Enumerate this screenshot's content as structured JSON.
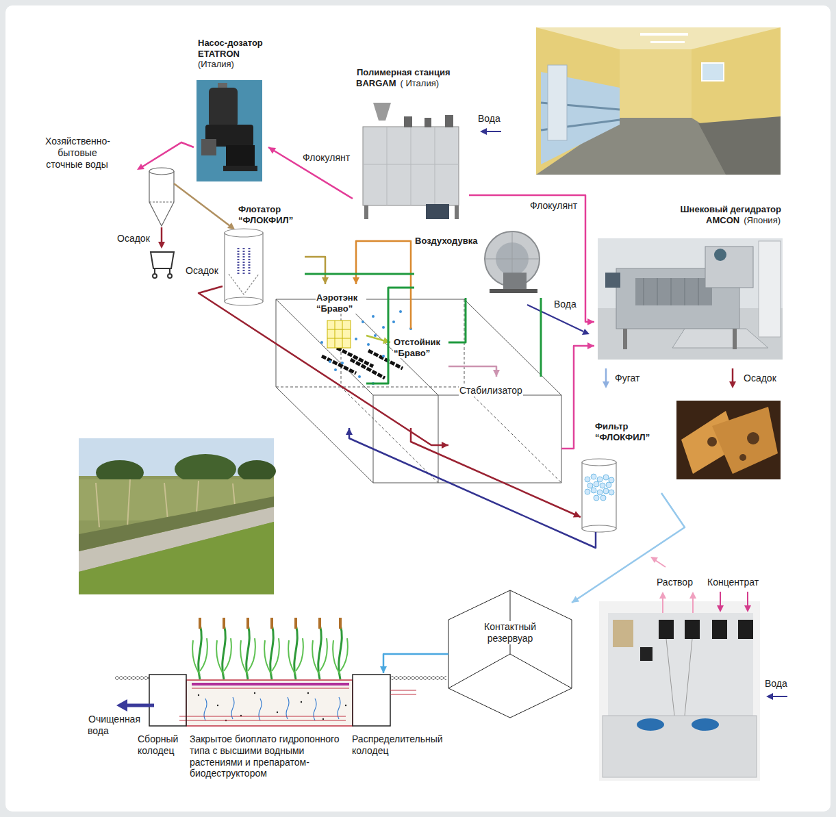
{
  "diagram": {
    "nodes": [
      {
        "text": [
          "Насос-дозатор ETATRON",
          "(Италия)"
        ]
      },
      {
        "text": [
          "Полимерная станция BARGAM",
          "( Италия)"
        ]
      },
      {
        "text": [
          "Флотатор “ФЛОКФИЛ”"
        ]
      },
      {
        "text": [
          "Воздуходувка"
        ]
      },
      {
        "text": [
          "Шнековый дегидратор AMCON",
          "(Япония)"
        ]
      },
      {
        "text": [
          "Аэротэнк “Браво”"
        ]
      },
      {
        "text": [
          "Отстойник “Браво”"
        ]
      },
      {
        "text": [
          "Стабилизатор"
        ]
      },
      {
        "text": [
          "Фильтр “ФЛОКФИЛ”"
        ]
      },
      {
        "text": [
          "Контактный резервуар"
        ]
      },
      {
        "text": [
          "Распределительный колодец"
        ]
      },
      {
        "text": [
          "Закрытое биоплато гидропонного типа с высшими водными растениями и препаратом-биодеструктором"
        ]
      },
      {
        "text": [
          "Сборный колодец"
        ]
      }
    ],
    "edges": [
      {
        "from": 1,
        "to": 0,
        "label": "Флокулянт",
        "arrow": "to"
      },
      {
        "from": 1,
        "to": 4,
        "label": "Флокулянт",
        "arrow": "to"
      },
      {
        "from": 2,
        "to": 5,
        "arrow": "to"
      },
      {
        "from": 5,
        "to": 6,
        "arrow": "to"
      },
      {
        "from": 6,
        "to": 5,
        "arrow": "to"
      },
      {
        "from": 3,
        "to": 5,
        "arrow": "none"
      },
      {
        "from": 3,
        "to": 2,
        "arrow": "none"
      },
      {
        "from": 3,
        "to": 7,
        "arrow": "none"
      },
      {
        "from": 3,
        "to": 6,
        "arrow": "none"
      },
      {
        "from": 6,
        "to": 7,
        "arrow": "to"
      },
      {
        "from": 7,
        "to": 4,
        "arrow": "to"
      },
      {
        "from": 2,
        "to": 7,
        "arrow": "to"
      },
      {
        "from": 6,
        "to": 8,
        "arrow": "to"
      },
      {
        "from": 8,
        "to": 5,
        "arrow": "to"
      },
      {
        "from": 8,
        "to": 9,
        "arrow": "to"
      },
      {
        "from": 9,
        "to": 10,
        "arrow": "to"
      }
    ],
    "labels": [
      "Хозяйственно-бытовые сточные воды",
      "Осадок",
      "Вода",
      "Осадок",
      "Вода",
      "Фугат",
      "Осадок",
      "Раствор",
      "Концентрат",
      "Вода",
      "Очищенная вода"
    ]
  }
}
